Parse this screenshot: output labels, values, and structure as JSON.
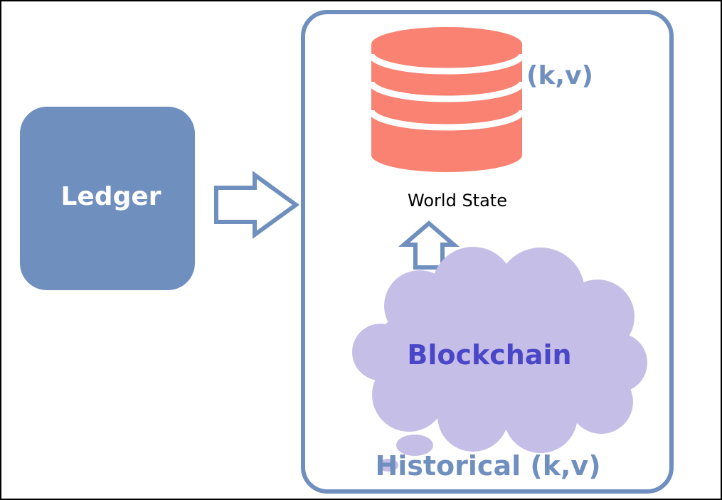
{
  "diagram": {
    "ledger_label": "Ledger",
    "world_state_label": "World State",
    "kv_label": "(k,v)",
    "blockchain_label": "Blockchain",
    "historical_label": "Historical (k,v)"
  },
  "colors": {
    "ledger_fill": "#6f8fbf",
    "container_stroke": "#6f8fbf",
    "arrow_stroke": "#6f8fbf",
    "database_fill": "#f98272",
    "cloud_fill": "#c5bfe8",
    "blockchain_text": "#4a46c8",
    "accent_text": "#6f8fbf"
  },
  "icons": {
    "database": "database-icon",
    "cloud": "cloud-icon",
    "right_arrow": "arrow-right-icon",
    "up_arrow": "arrow-up-icon"
  }
}
